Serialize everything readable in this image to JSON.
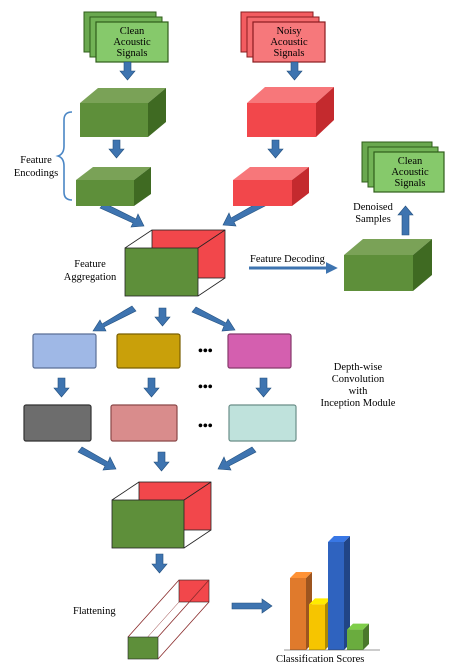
{
  "inputs": {
    "clean": [
      "Clean",
      "Acoustic",
      "Signals"
    ],
    "noisy": [
      "Noisy",
      "Acoustic",
      "Signals"
    ]
  },
  "output": {
    "clean": [
      "Clean",
      "Acoustic",
      "Signals"
    ]
  },
  "labels": {
    "feature_encodings": [
      "Feature",
      "Encodings"
    ],
    "feature_aggregation": [
      "Feature",
      "Aggregation"
    ],
    "feature_decoding": "Feature Decoding",
    "denoised_samples": [
      "Denoised",
      "Samples"
    ],
    "depthwise": [
      "Depth-wise",
      "Convolution",
      "with",
      "Inception Module"
    ],
    "flattening": "Flattening",
    "classification_scores": "Classification Scores",
    "ellipsis": "•••"
  },
  "colors": {
    "green": "#5e8f3a",
    "red": "#f2474b",
    "arrow": "#3e74b0",
    "blue": "#9fb8e6",
    "gold": "#c9a00a",
    "pink": "#d45faf",
    "gray": "#6d6d6d",
    "rose": "#d98c8c",
    "mint": "#bfe2dc",
    "bracket": "#4a86c5"
  },
  "bar_chart": {
    "colors": [
      "#e07a2c",
      "#f6c500",
      "#2f63bf",
      "#6aac3e"
    ],
    "values": [
      0.6,
      0.38,
      0.9,
      0.17
    ]
  }
}
